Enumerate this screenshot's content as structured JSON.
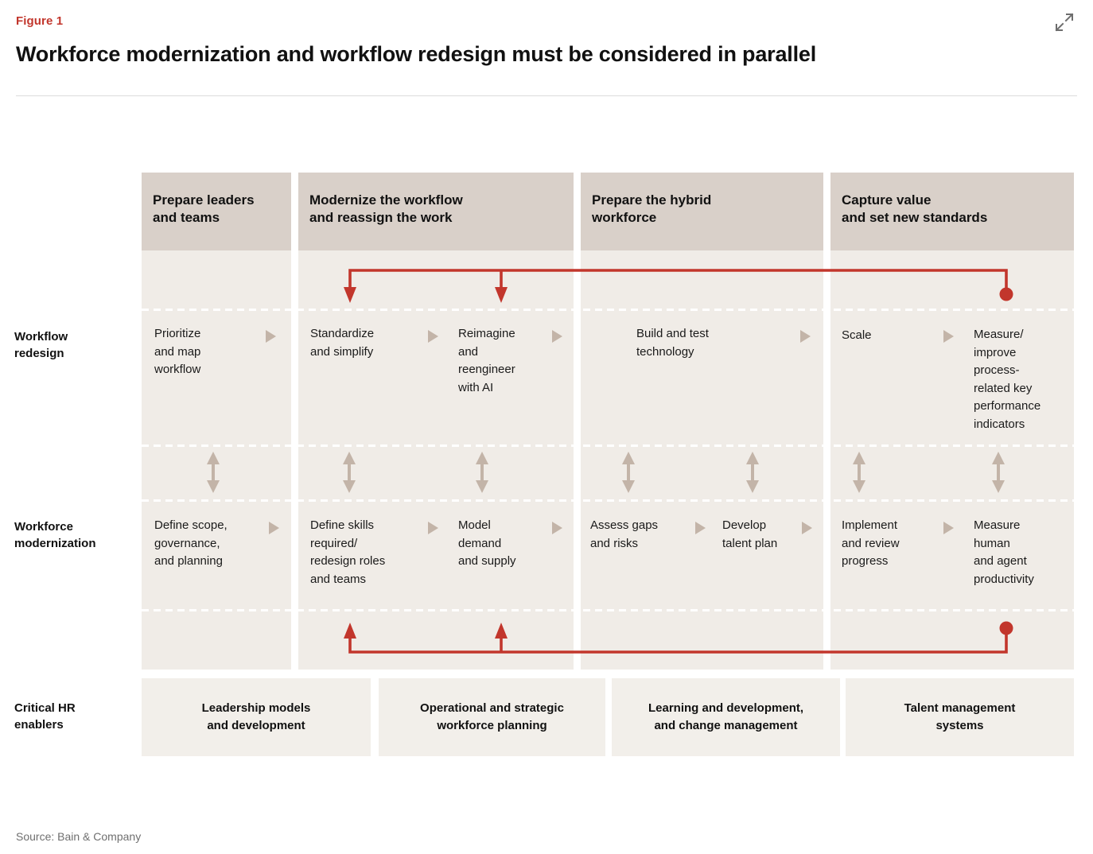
{
  "header": {
    "figure_label": "Figure 1",
    "title": "Workforce modernization and workflow redesign must be considered in parallel",
    "expand_icon": "expand-diagonal-icon",
    "accent_color": "#c2362c"
  },
  "columns": [
    {
      "title": "Prepare leaders\nand teams"
    },
    {
      "title": "Modernize the workflow\nand reassign the work"
    },
    {
      "title": "Prepare the hybrid\nworkforce"
    },
    {
      "title": "Capture value\nand set new standards"
    }
  ],
  "rows": [
    {
      "label": "Workflow\nredesign",
      "steps": [
        "Prioritize\nand map\nworkflow",
        "Standardize\nand simplify",
        "Reimagine\nand\nreengineer\nwith AI",
        "Build and test\ntechnology",
        "Scale",
        "Measure/\nimprove\nprocess-\nrelated key\nperformance\nindicators"
      ]
    },
    {
      "label": "Workforce\nmodernization",
      "steps": [
        "Define scope,\ngovernance,\nand planning",
        "Define skills\nrequired/\nredesign roles\nand teams",
        "Model\ndemand\nand supply",
        "Assess gaps\nand risks",
        "Develop\ntalent plan",
        "Implement\nand review\nprogress",
        "Measure\nhuman\nand agent\nproductivity"
      ]
    }
  ],
  "enablers": {
    "label": "Critical HR\nenablers",
    "items": [
      "Leadership models\nand development",
      "Operational and strategic\nworkforce planning",
      "Learning and development,\nand change management",
      "Talent management\nsystems"
    ]
  },
  "connectors": {
    "feedback_color": "#c2362c",
    "step_arrow_color": "#c3b4a8",
    "top_loop_desc": "feedback loop from Capture value back to Modernize the workflow",
    "bottom_loop_desc": "feedback loop from Capture value back to Modernize the workflow"
  },
  "footer": {
    "source": "Source: Bain & Company"
  }
}
